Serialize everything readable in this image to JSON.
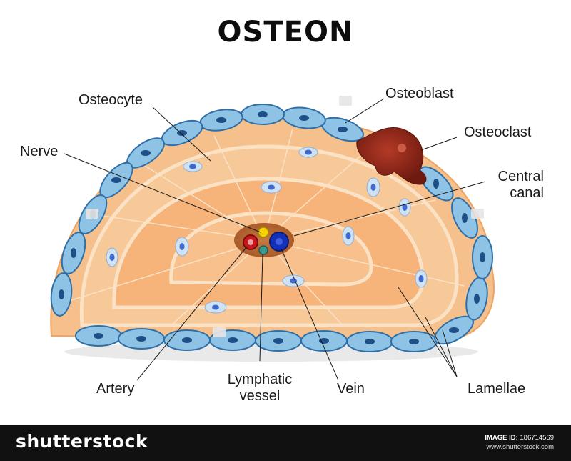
{
  "title": "OSTEON",
  "labels": {
    "osteocyte": "Osteocyte",
    "osteoblast": "Osteoblast",
    "osteoclast": "Osteoclast",
    "nerve": "Nerve",
    "central_canal_1": "Central",
    "central_canal_2": "canal",
    "artery": "Artery",
    "lymphatic_1": "Lymphatic",
    "lymphatic_2": "vessel",
    "vein": "Vein",
    "lamellae": "Lamellae"
  },
  "footer": {
    "brand": "shutterstock",
    "image_id_label": "IMAGE ID:",
    "image_id": "186714569",
    "site": "www.shutterstock.com"
  },
  "colors": {
    "bone": "#f6c08c",
    "bone_dark": "#f2a968",
    "cell_border": "#2f6fa8",
    "cell_fill": "#8ec3e6",
    "nucleus": "#1f4f86",
    "osteoclast": "#8e2417",
    "artery": "#c9161a",
    "vein": "#1430b8",
    "nerve": "#f5d200",
    "lymphatic": "#3b9a8e"
  },
  "icons": [
    "watermark-camera-icon"
  ]
}
